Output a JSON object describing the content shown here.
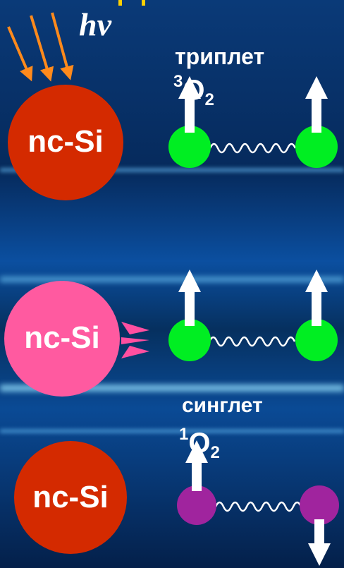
{
  "title_fragment": "...",
  "light_symbol": "hν",
  "states": [
    {
      "particle_label": "nc-Si",
      "particle_color": "#d42a00",
      "oxygen_state_name": "триплет",
      "oxygen_formula": {
        "superscript": "3",
        "element": "O",
        "subscript": "2"
      },
      "atom_color": "#00ee22",
      "spin_arrows": [
        "up",
        "up"
      ]
    },
    {
      "particle_label": "nc-Si",
      "particle_color": "#ff5aa0",
      "oxygen_state_name": "",
      "oxygen_formula": null,
      "atom_color": "#00ee22",
      "spin_arrows": [
        "up",
        "up"
      ]
    },
    {
      "particle_label": "nc-Si",
      "particle_color": "#d42a00",
      "oxygen_state_name": "синглет",
      "oxygen_formula": {
        "superscript": "1",
        "element": "O",
        "subscript": "2"
      },
      "atom_color": "#a0249e",
      "spin_arrows": [
        "up",
        "down"
      ]
    }
  ],
  "colors": {
    "photon_arrows": "#ff8a1c",
    "energy_transfer_arrows": "#ff4fa0",
    "spin_arrow": "#ffffff",
    "title_fragment": "#ffd000"
  }
}
